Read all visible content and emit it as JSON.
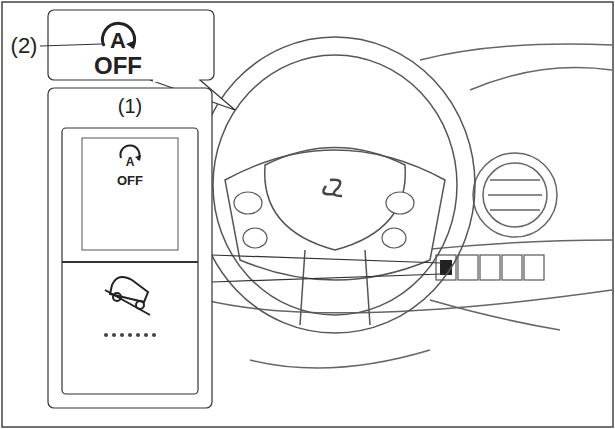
{
  "diagram": {
    "labels": [
      "(2)",
      "A",
      "OFF",
      "(1)",
      "A",
      "OFF"
    ]
  }
}
